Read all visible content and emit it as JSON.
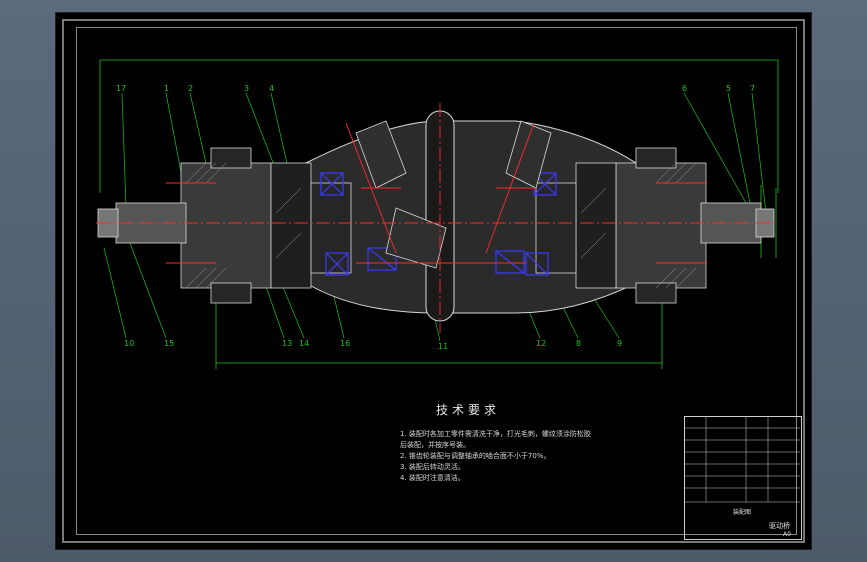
{
  "drawing": {
    "callouts": {
      "top_left": [
        "17",
        "1",
        "2",
        "3",
        "4"
      ],
      "top_right": [
        "6",
        "5",
        "7"
      ],
      "bottom_left": [
        "10",
        "15",
        "13",
        "14",
        "16"
      ],
      "bottom_center": "11",
      "bottom_right": [
        "12",
        "8",
        "9"
      ]
    },
    "technical_requirements": {
      "title": "技术要求",
      "notes": [
        "1. 装配时各加工零件需清洗干净，打光毛刺，螺纹须涂防松胶",
        "   后装配，并按序号装。",
        "2. 锥齿轮装配与调整轴承的啮合面不小于70%。",
        "3. 装配后转动灵活。",
        "4. 装配时注意清洁。"
      ]
    },
    "title_block": {
      "name": "装配图",
      "part": "驱动桥",
      "scale": "A0"
    },
    "colors": {
      "outline": "#d9d9d9",
      "dimension": "#19c319",
      "centerline": "#ff2a2a",
      "bearing": "#3a3aff",
      "hatch": "#9a9a9a",
      "background": "#000000"
    }
  }
}
